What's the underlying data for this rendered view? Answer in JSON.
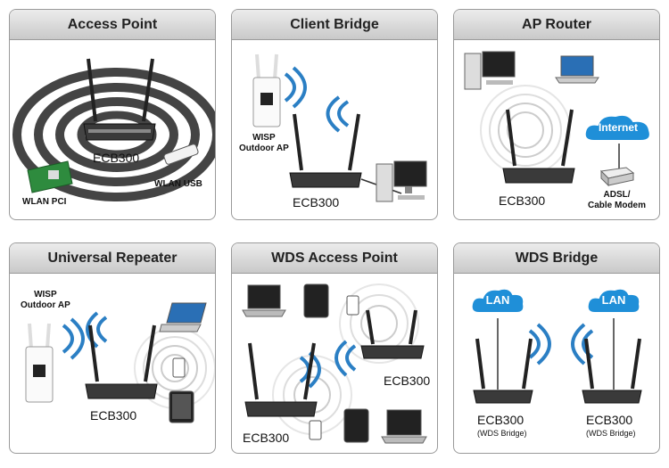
{
  "panels": {
    "access_point": {
      "title": "Access Point",
      "device": "ECB300",
      "pci": "WLAN PCI",
      "usb": "WLAN USB"
    },
    "client_bridge": {
      "title": "Client Bridge",
      "device": "ECB300",
      "wisp": "WISP\nOutdoor AP"
    },
    "ap_router": {
      "title": "AP  Router",
      "device": "ECB300",
      "cloud": "Internet",
      "modem": "ADSL/\nCable Modem"
    },
    "universal_repeater": {
      "title": "Universal Repeater",
      "device": "ECB300",
      "wisp": "WISP\nOutdoor AP"
    },
    "wds_access_point": {
      "title": "WDS Access Point",
      "device_a": "ECB300",
      "device_b": "ECB300"
    },
    "wds_bridge": {
      "title": "WDS Bridge",
      "cloud_a": "LAN",
      "cloud_b": "LAN",
      "device_a": "ECB300",
      "device_b": "ECB300",
      "mode_a": "(WDS Bridge)",
      "mode_b": "(WDS Bridge)"
    }
  },
  "colors": {
    "cloud": "#1f8fd8",
    "router_body": "#3a3a3a",
    "waves": "#2b7fc4",
    "rings": "#4a4a4a"
  }
}
